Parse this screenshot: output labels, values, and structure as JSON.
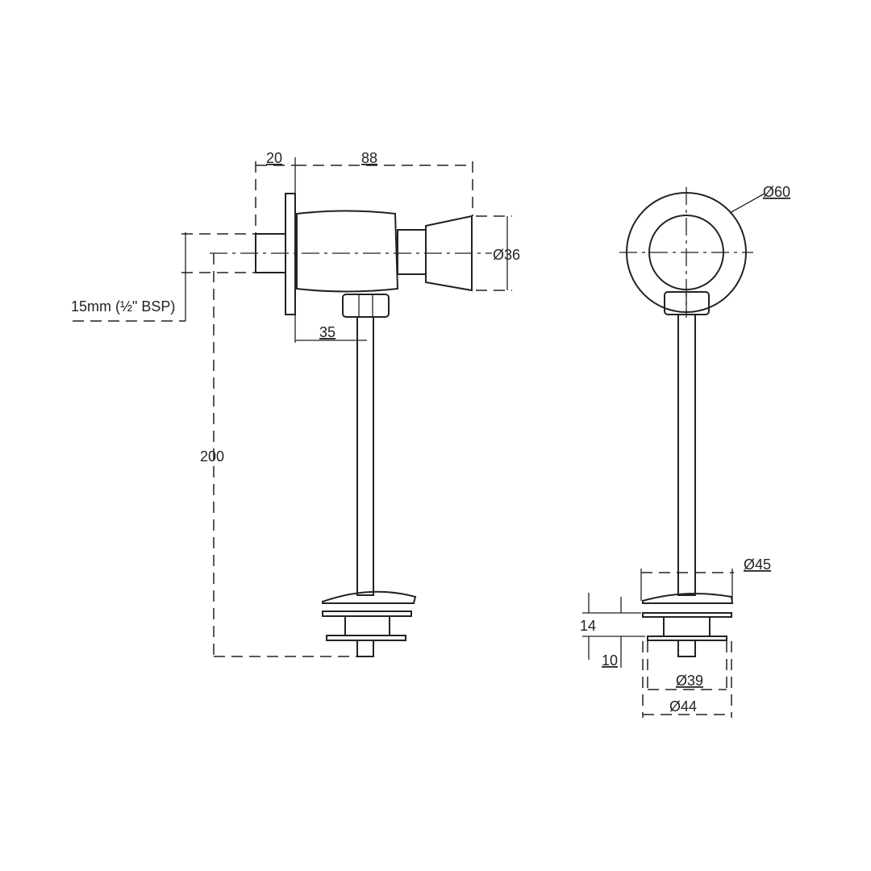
{
  "side_view": {
    "dim_flange": "20",
    "dim_length": "88",
    "dim_button_dia": "Ø36",
    "dim_nut_offset": "35",
    "dim_height": "200",
    "inlet_label": "15mm (½\" BSP)"
  },
  "front_view": {
    "dim_cover_dia": "Ø60",
    "dim_plate_dia": "Ø45",
    "dim_gap": "14",
    "dim_thickness": "10",
    "dim_inner_dia": "Ø39",
    "dim_outer_dia": "Ø44"
  }
}
